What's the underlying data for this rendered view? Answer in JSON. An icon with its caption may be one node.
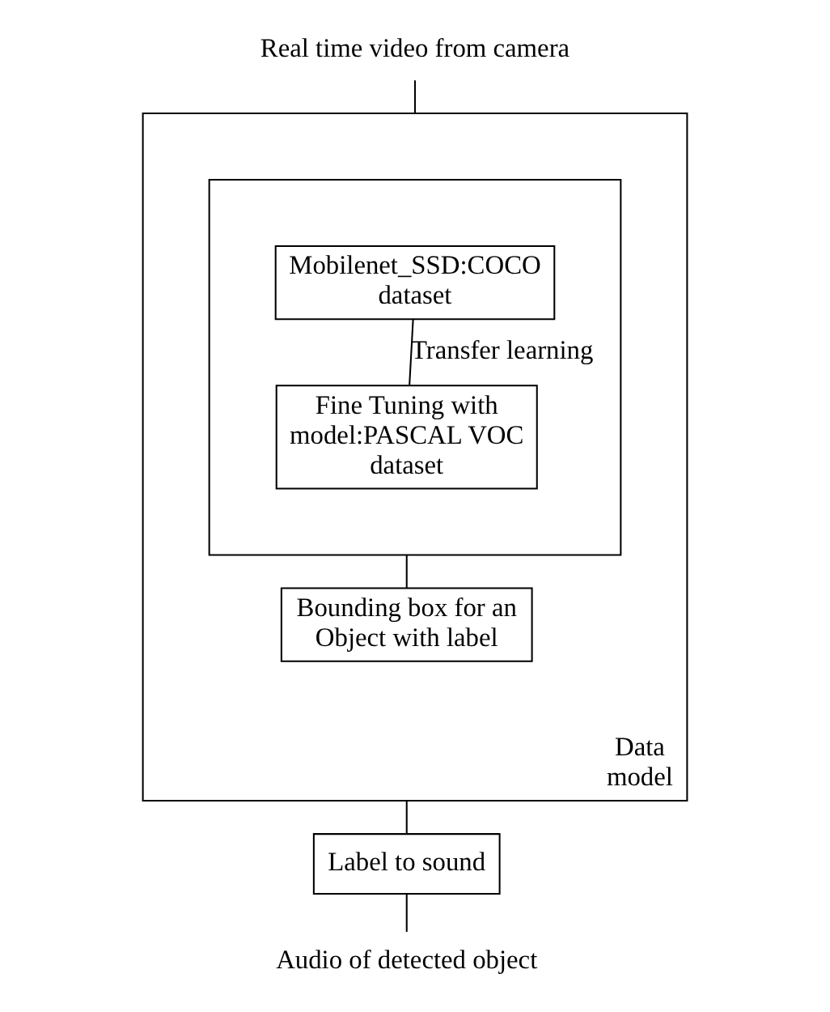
{
  "diagram": {
    "nodes": [
      {
        "text": [
          "Real time video from camera"
        ]
      },
      {
        "text": [
          "Data model"
        ]
      },
      {
        "text": [],
        "shape": "box",
        "in": 1
      },
      {
        "text": [
          "Mobilenet_SSD:COCO dataset"
        ],
        "in": 2
      },
      {
        "text": [
          "Fine Tuning with model:PASCAL VOC dataset"
        ],
        "in": 2
      },
      {
        "text": [
          "Bounding box for an Object with label"
        ],
        "in": 1
      },
      {
        "text": [
          "Label to sound"
        ]
      },
      {
        "text": [
          "Audio of detected object"
        ]
      }
    ],
    "edges": [
      {
        "from": 0,
        "to": 1,
        "arrow": "none"
      },
      {
        "from": 3,
        "to": 4,
        "arrow": "none",
        "label": "Transfer learning"
      },
      {
        "from": 2,
        "to": 5,
        "arrow": "none"
      },
      {
        "from": 1,
        "to": 6,
        "arrow": "none"
      },
      {
        "from": 6,
        "to": 7,
        "arrow": "none"
      }
    ]
  }
}
